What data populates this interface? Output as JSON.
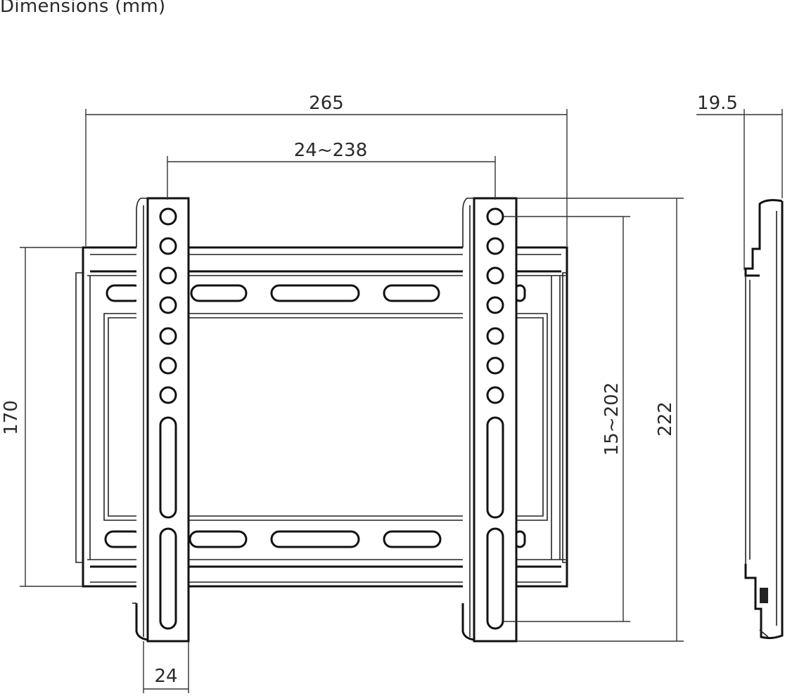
{
  "title": "Dimensions (mm)",
  "dimensions": {
    "overall_width": "265",
    "vesa_horizontal": "24~238",
    "depth": "19.5",
    "height": "170",
    "vesa_vertical": "15~202",
    "overall_height": "222",
    "arm_width": "24"
  }
}
